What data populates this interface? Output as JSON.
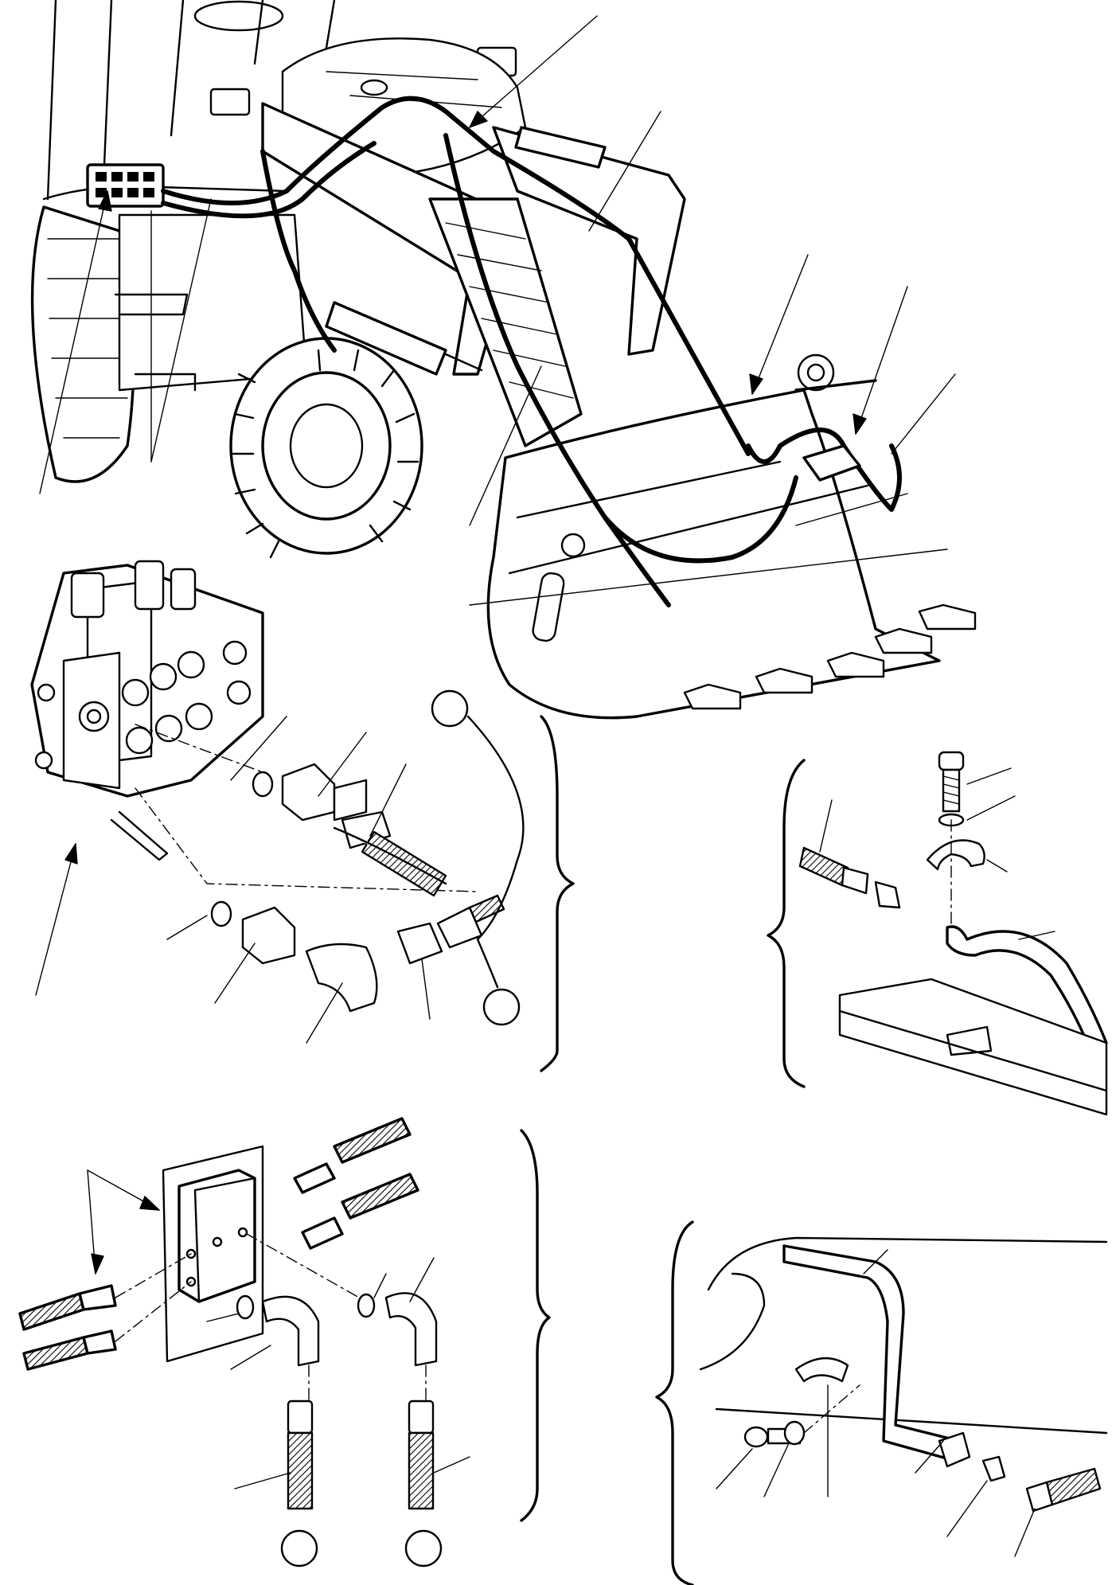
{
  "ink_color": "#000000",
  "paper_color": "#ffffff",
  "callouts": {
    "circle_labels": [
      "",
      "",
      "",
      ""
    ]
  },
  "icons": {
    "loader": "backhoe-loader-illustration",
    "valve": "control-valve-block",
    "manifold": "hydraulic-manifold-block"
  }
}
